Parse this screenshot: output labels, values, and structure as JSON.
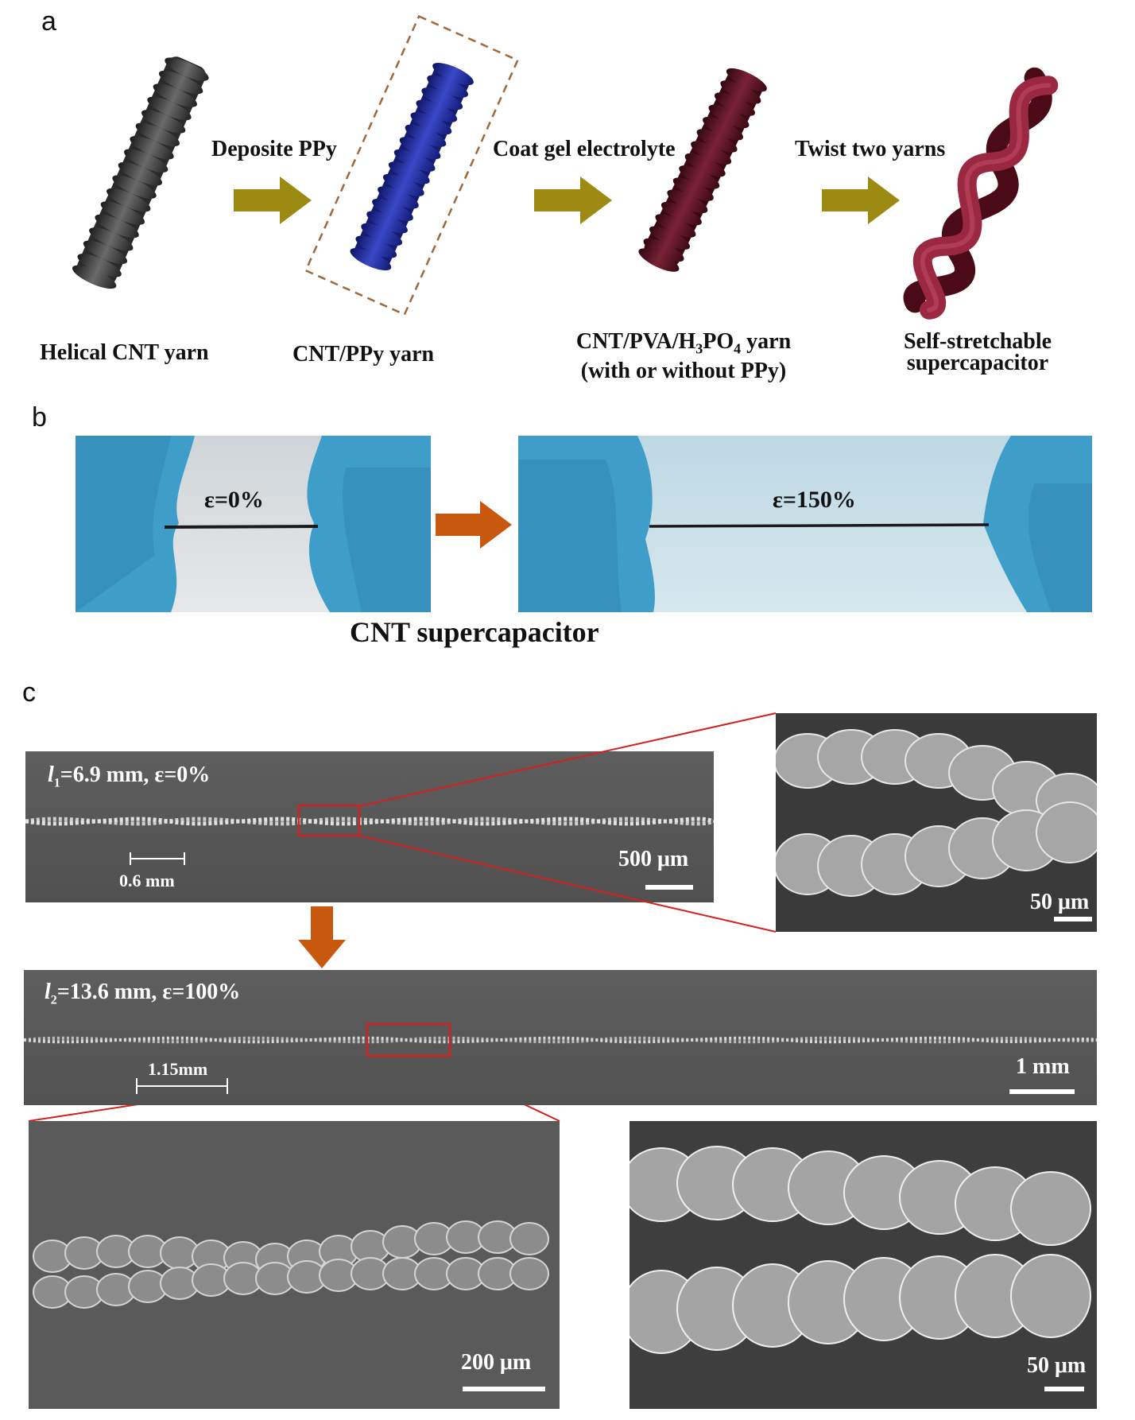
{
  "panel_a": {
    "letter": "a",
    "yarn_labels": {
      "helical": "Helical CNT yarn",
      "ppy": "CNT/PPy yarn",
      "gel_line1": "CNT/PVA/H",
      "gel_sub1": "3",
      "gel_po": "PO",
      "gel_sub2": "4",
      "gel_end": " yarn",
      "gel_line2": "(with or without PPy)",
      "final_line1": "Self-stretchable",
      "final_line2": "supercapacitor"
    },
    "steps": [
      "Deposite PPy",
      "Coat gel electrolyte",
      "Twist two yarns"
    ],
    "colors": {
      "cnt": "#3a3a3a",
      "ppy": "#1f2a8a",
      "gel": "#5a1020",
      "final": "#7a1a30",
      "arrow": "#9c8a12",
      "dash": "#a0683a"
    }
  },
  "panel_b": {
    "letter": "b",
    "strain_left": "ε=0%",
    "strain_right": "ε=150%",
    "caption": "CNT supercapacitor",
    "colors": {
      "glove": "#3f9ec9",
      "arrow": "#c9580f"
    }
  },
  "panel_c": {
    "letter": "c",
    "top": {
      "len_sym": "l",
      "len_sub": "1",
      "len_rest": "=6.9 mm, ε=0%",
      "pitch": "0.6 mm",
      "scale": "500 μm"
    },
    "zoom_top": {
      "scale": "50 μm"
    },
    "mid": {
      "len_sym": "l",
      "len_sub": "2",
      "len_rest": "=13.6 mm, ε=100%",
      "pitch": "1.15mm",
      "scale": "1 mm"
    },
    "bottom_left": {
      "scale": "200 μm"
    },
    "bottom_right": {
      "scale": "50 μm"
    },
    "colors": {
      "zoom_box": "#d42020"
    }
  }
}
